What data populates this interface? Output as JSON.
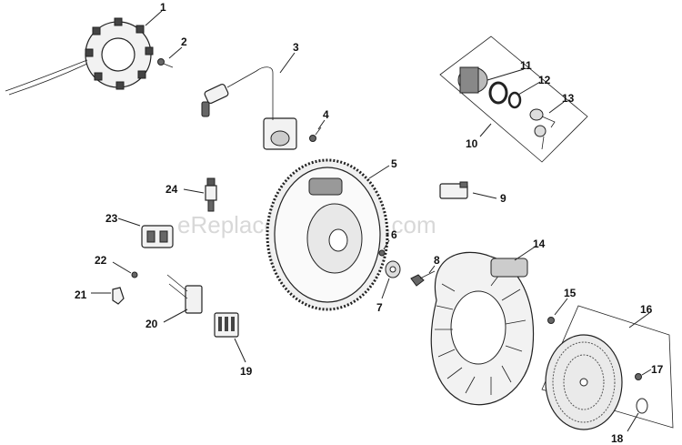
{
  "watermark": "eReplacementParts.com",
  "callouts": [
    {
      "id": "1",
      "label": "1"
    },
    {
      "id": "2",
      "label": "2"
    },
    {
      "id": "3",
      "label": "3"
    },
    {
      "id": "4",
      "label": "4"
    },
    {
      "id": "5",
      "label": "5"
    },
    {
      "id": "6",
      "label": "6"
    },
    {
      "id": "7",
      "label": "7"
    },
    {
      "id": "8",
      "label": "8"
    },
    {
      "id": "9",
      "label": "9"
    },
    {
      "id": "10",
      "label": "10"
    },
    {
      "id": "11",
      "label": "11"
    },
    {
      "id": "12",
      "label": "12"
    },
    {
      "id": "13",
      "label": "13"
    },
    {
      "id": "14",
      "label": "14"
    },
    {
      "id": "15",
      "label": "15"
    },
    {
      "id": "16",
      "label": "16"
    },
    {
      "id": "17",
      "label": "17"
    },
    {
      "id": "18",
      "label": "18"
    },
    {
      "id": "19",
      "label": "19"
    },
    {
      "id": "20",
      "label": "20"
    },
    {
      "id": "21",
      "label": "21"
    },
    {
      "id": "22",
      "label": "22"
    },
    {
      "id": "23",
      "label": "23"
    },
    {
      "id": "24",
      "label": "24"
    }
  ]
}
